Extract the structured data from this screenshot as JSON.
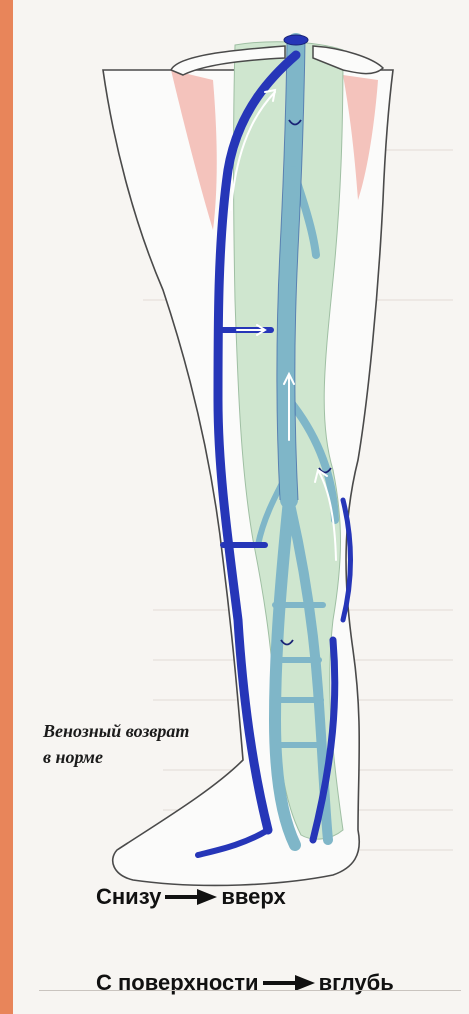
{
  "caption": {
    "line1": "Венозный возврат",
    "line2": "в норме"
  },
  "flows": [
    {
      "from": "Снизу",
      "to": "вверх"
    },
    {
      "from": "С поверхности",
      "to": "вглубь"
    }
  ],
  "colors": {
    "border": "#e8855a",
    "page": "#f7f5f2",
    "deep_vein_region": "#cfe6cf",
    "deep_vein": "#7fb6c8",
    "superficial_vein": "#2636b8",
    "muscle": "#f2b9b0",
    "flow_arrow": "#ffffff"
  }
}
